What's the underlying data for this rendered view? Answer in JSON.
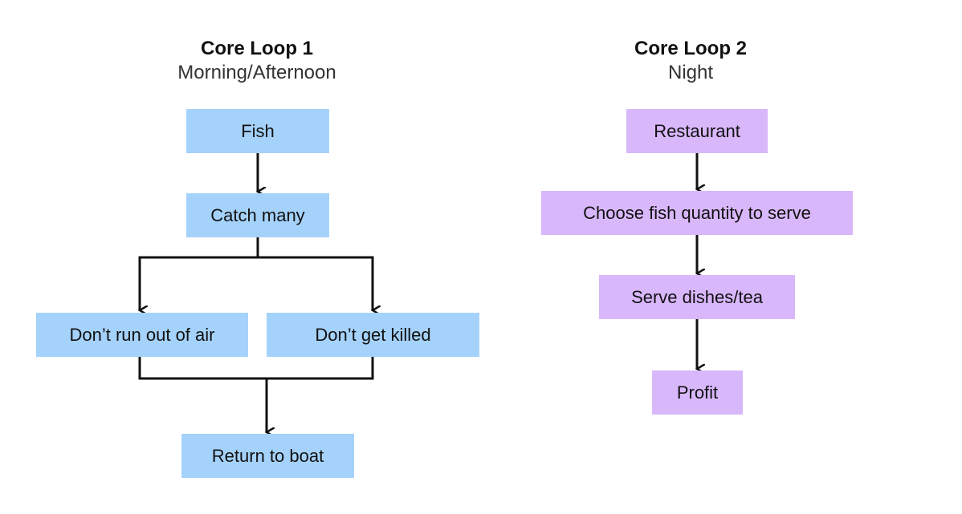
{
  "colors": {
    "loop1_node_fill": "#a5d2fb",
    "loop2_node_fill": "#d9b7fb",
    "connector": "#111111"
  },
  "loop1": {
    "title": "Core Loop 1",
    "subtitle": "Morning/Afternoon",
    "nodes": {
      "fish": "Fish",
      "catch_many": "Catch many",
      "dont_run_out_of_air": "Don’t run out of air",
      "dont_get_killed": "Don’t get killed",
      "return_to_boat": "Return to boat"
    }
  },
  "loop2": {
    "title": "Core Loop 2",
    "subtitle": "Night",
    "nodes": {
      "restaurant": "Restaurant",
      "choose_fish_quantity": "Choose fish quantity to serve",
      "serve_dishes_tea": "Serve dishes/tea",
      "profit": "Profit"
    }
  }
}
